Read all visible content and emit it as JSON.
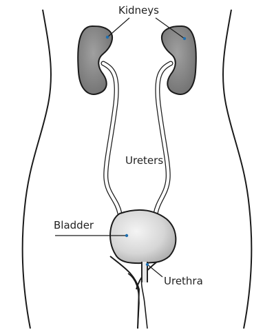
{
  "labels": {
    "kidneys": "Kidneys",
    "ureters": "Ureters",
    "bladder": "Bladder",
    "urethra": "Urethra"
  },
  "colors": {
    "outline": "#1a1a1a",
    "kidney_fill": "#8c8c8c",
    "bladder_fill": "#dcdcdc",
    "pointer": "#1f6fb0"
  }
}
